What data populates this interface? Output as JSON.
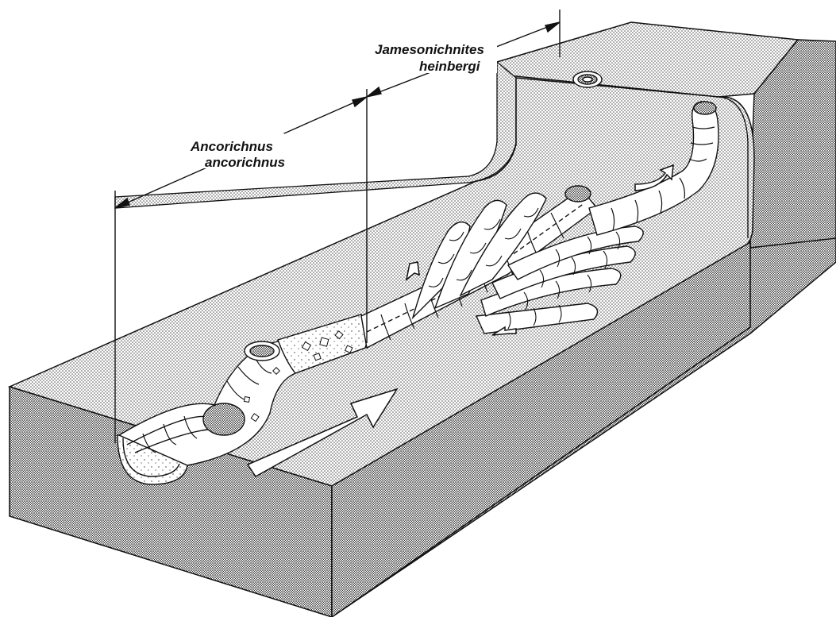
{
  "labels": {
    "jamesonichnites": [
      "Jamesonichnites",
      "heinbergi"
    ],
    "ancorichnus": [
      "Ancorichnus",
      "ancorichnus"
    ]
  },
  "colors": {
    "ink": "#111111",
    "paper": "#ffffff",
    "stipple": "#bdbdbd"
  }
}
